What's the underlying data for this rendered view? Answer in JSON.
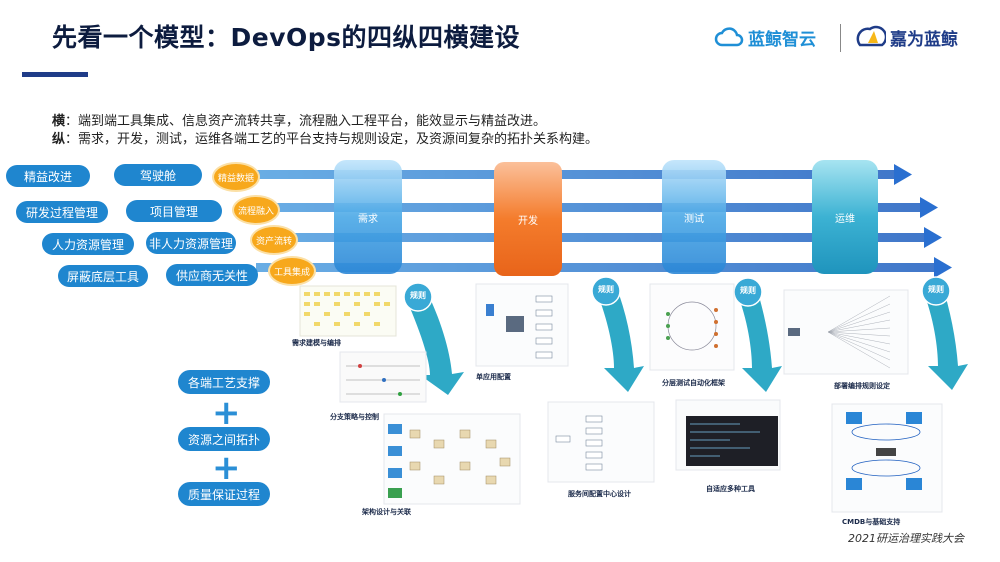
{
  "header": {
    "title": "先看一个模型：DevOps的四纵四横建设",
    "logo_left": "蓝鲸智云",
    "logo_right": "嘉为蓝鲸"
  },
  "description": {
    "horizontal_label": "横",
    "horizontal_text": "：端到端工具集成、信息资产流转共享，流程融入工程平台，能效显示与精益改进。",
    "vertical_label": "纵",
    "vertical_text": "：需求，开发，测试，运维各端工艺的平台支持与规则设定，及资源间复杂的拓扑关系构建。"
  },
  "left_items": [
    "精益改进",
    "驾驶舱",
    "研发过程管理",
    "项目管理",
    "人力资源管理",
    "非人力资源管理",
    "屏蔽底层工具",
    "供应商无关性"
  ],
  "flows": [
    "精益数据",
    "流程融入",
    "资产流转",
    "工具集成"
  ],
  "pillars": [
    "需求",
    "开发",
    "测试",
    "运维"
  ],
  "rule_label": "规则",
  "support_items": [
    "各端工艺支撑",
    "资源之间拓扑",
    "质量保证过程"
  ],
  "captions": [
    "需求建模与编排",
    "单应用配置",
    "分层测试自动化框架",
    "部署编排规则设定",
    "分支策略与控制",
    "服务间配置中心设计",
    "自适应多种工具",
    "架构设计与关联",
    "CMDB与基础支持"
  ],
  "footer": "2021研运治理实践大会",
  "colors": {
    "accent_blue": "#1f86cf",
    "orange": "#f47c2c",
    "circle_orange": "#f7a81c",
    "title": "#0d1c3f",
    "rule_teal": "#2ea9c6"
  }
}
